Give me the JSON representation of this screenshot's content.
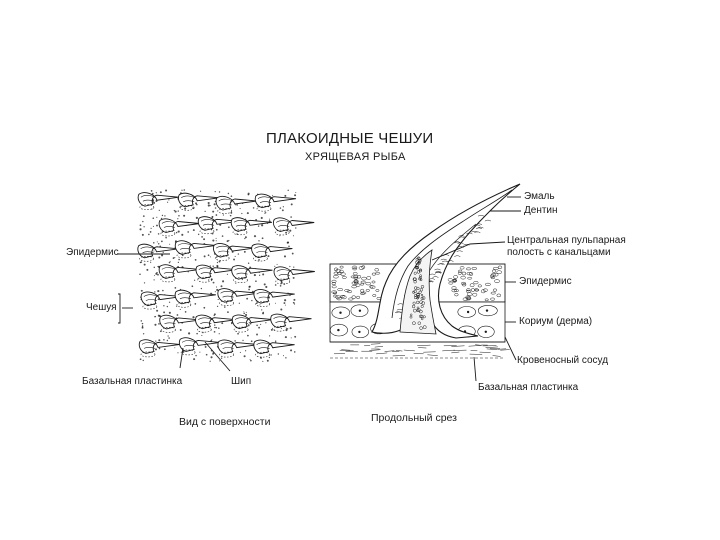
{
  "header": {
    "title": "ПЛАКОИДНЫЕ ЧЕШУИ",
    "subtitle": "ХРЯЩЕВАЯ РЫБА"
  },
  "surface_view": {
    "caption": "Вид с поверхности",
    "labels": {
      "epidermis": "Эпидермис",
      "scale": "Чешуя",
      "basal_plate": "Базальная пластинка",
      "spine": "Шип"
    }
  },
  "section_view": {
    "caption": "Продольный срез",
    "labels": {
      "enamel": "Эмаль",
      "dentin": "Дентин",
      "pulp_line1": "Центральная пульпарная",
      "pulp_line2": "полость с канальцами",
      "epidermis": "Эпидермис",
      "corium": "Кориум (дерма)",
      "vessel": "Кровеносный сосуд",
      "basal_plate": "Базальная пластинка"
    }
  },
  "colors": {
    "ink": "#1a1a1a",
    "background": "#ffffff"
  }
}
